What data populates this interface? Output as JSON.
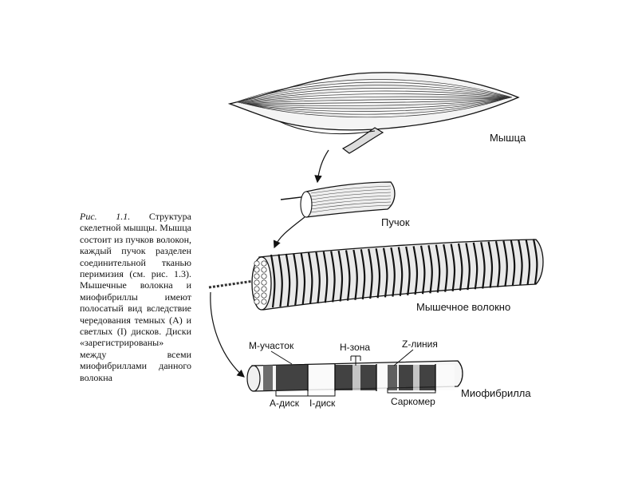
{
  "caption": {
    "figure_ref": "Рис. 1.1.",
    "text": "Структура скелетной мышцы. Мышца состоит из пучков волокон, каждый пучок разделен соединительной тканью перимизия (см. рис. 1.3). Мышечные волокна и миофибриллы имеют полосатый вид вследствие чередования темных (А) и светлых (I) дисков. Диски «зарегистрированы» между всеми миофибриллами данного волокна"
  },
  "labels": {
    "muscle": "Мышца",
    "bundle": "Пучок",
    "fiber": "Мышечное волокно",
    "myofibril": "Миофибрилла",
    "m_zone": "М-участок",
    "h_zone": "Н-зона",
    "z_line": "Z-линия",
    "a_disk": "А-диск",
    "i_disk": "I-диск",
    "sarcomere": "Саркомер"
  }
}
